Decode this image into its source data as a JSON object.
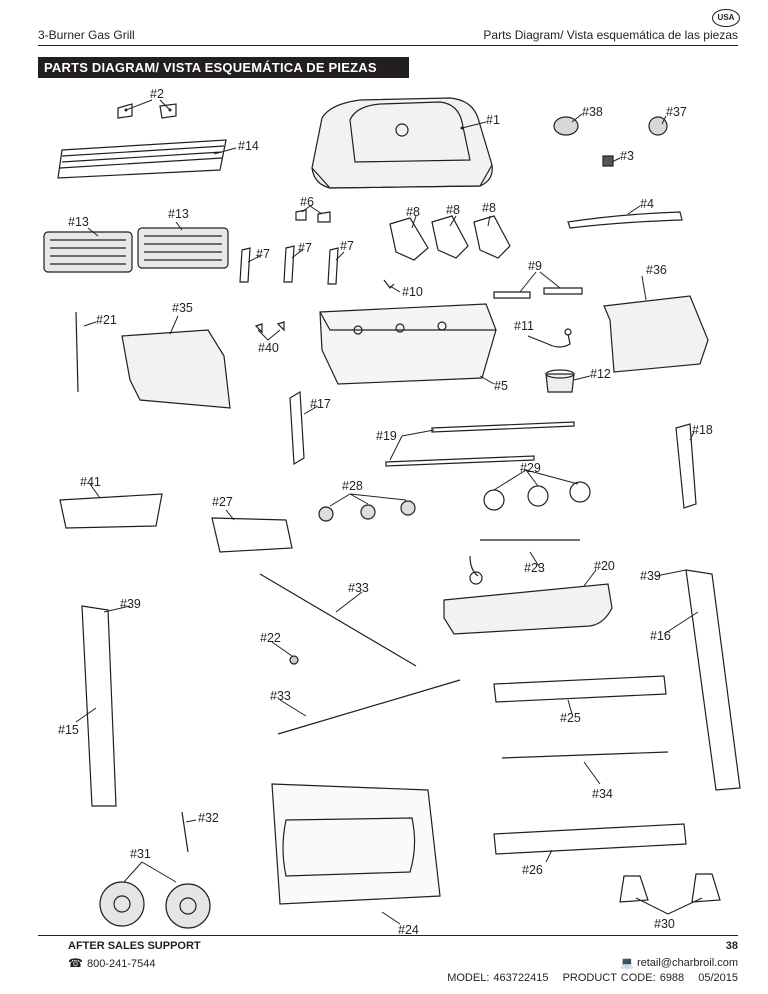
{
  "header": {
    "product": "3-Burner Gas Grill",
    "section": "Parts Diagram/ Vista esquemática de las piezas",
    "badge": "USA"
  },
  "banner": "PARTS DIAGRAM/ VISTA ESQUEMÁTICA DE PIEZAS",
  "diagram": {
    "part_labels": [
      "#1",
      "#2",
      "#3",
      "#4",
      "#5",
      "#6",
      "#7",
      "#7",
      "#7",
      "#8",
      "#8",
      "#8",
      "#9",
      "#10",
      "#11",
      "#12",
      "#13",
      "#13",
      "#14",
      "#15",
      "#16",
      "#17",
      "#18",
      "#19",
      "#20",
      "#21",
      "#22",
      "#23",
      "#24",
      "#25",
      "#26",
      "#27",
      "#28",
      "#29",
      "#30",
      "#31",
      "#32",
      "#33",
      "#33",
      "#34",
      "#35",
      "#36",
      "#37",
      "#38",
      "#39",
      "#39",
      "#40",
      "#41"
    ]
  },
  "footer": {
    "support_title": "AFTER SALES SUPPORT",
    "phone": "800-241-7544",
    "page_number": "38",
    "email": "retail@charbroil.com",
    "model": "MODEL: 463722415",
    "product_code": "PRODUCT CODE: 6988",
    "date": "05/2015"
  }
}
